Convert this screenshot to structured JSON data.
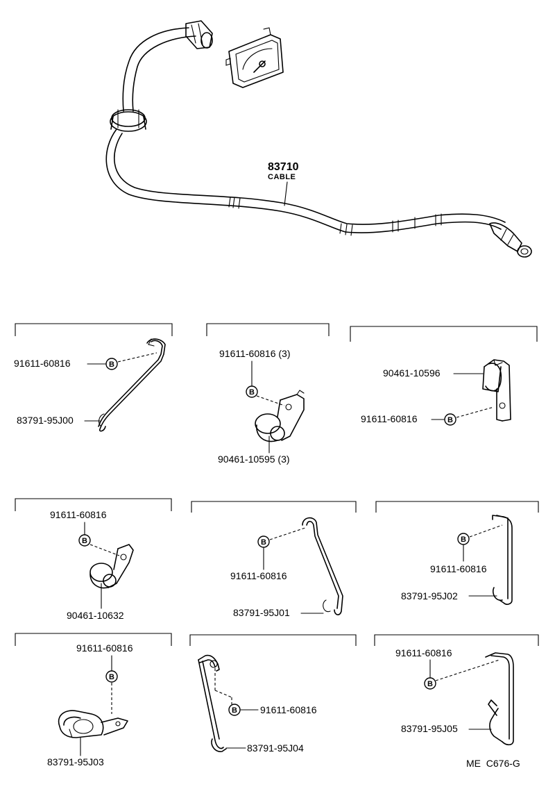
{
  "cable": {
    "part_no": "83710",
    "name": "CABLE"
  },
  "bolt_mark": "B",
  "panels": {
    "p1": {
      "bolt": "91611-60816",
      "clamp": "83791-95J00"
    },
    "p2": {
      "bolt": "91611-60816 (3)",
      "clamp": "90461-10595 (3)"
    },
    "p3": {
      "clamp": "90461-10596",
      "bolt": "91611-60816"
    },
    "p4": {
      "bolt": "91611-60816",
      "clamp": "90461-10632"
    },
    "p5": {
      "bolt": "91611-60816",
      "clamp": "83791-95J01"
    },
    "p6": {
      "bolt": "91611-60816",
      "clamp": "83791-95J02"
    },
    "p7": {
      "bolt": "91611-60816",
      "clamp": "83791-95J03"
    },
    "p8": {
      "bolt": "91611-60816",
      "clamp": "83791-95J04"
    },
    "p9": {
      "bolt": "91611-60816",
      "clamp": "83791-95J05"
    }
  },
  "diagram_code": "ME  C676-G"
}
